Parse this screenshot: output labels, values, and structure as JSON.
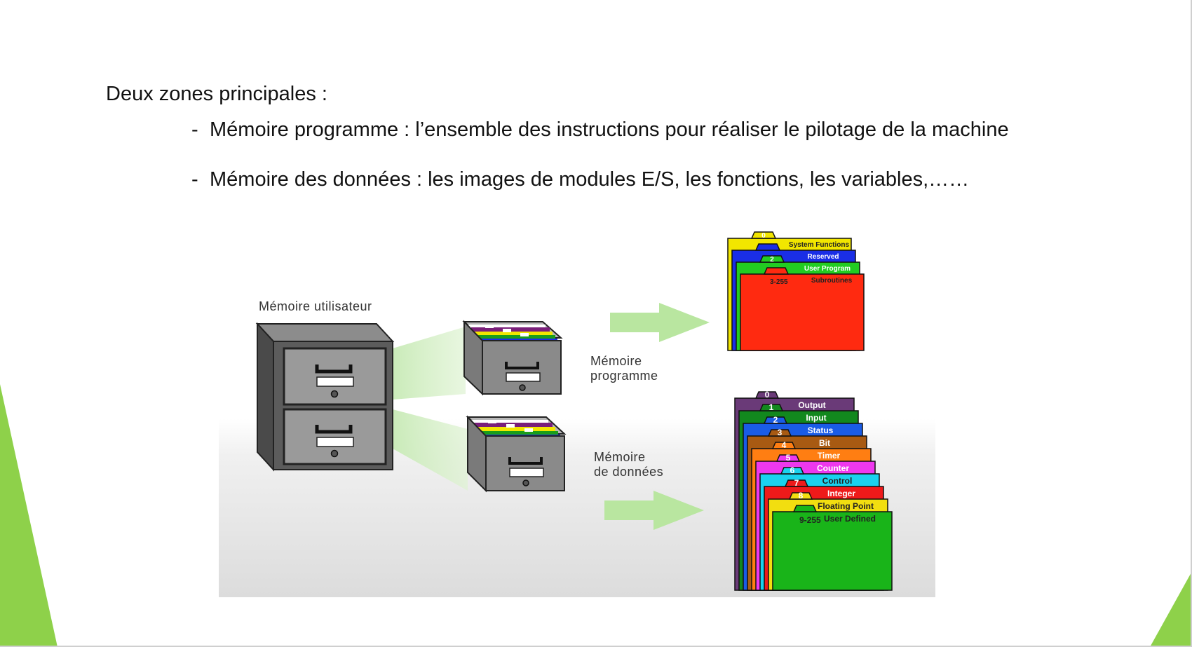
{
  "slide": {
    "heading": "Deux zones principales :",
    "bullets": [
      {
        "dash": "-",
        "text": "Mémoire programme : l’ensemble des instructions pour réaliser le pilotage de la machine"
      },
      {
        "dash": "-",
        "text": "Mémoire des données : les images de modules E/S, les fonctions, les variables,……"
      }
    ]
  },
  "figure": {
    "cabinet_label": "Mémoire utilisateur",
    "program_label_line1": "Mémoire",
    "program_label_line2": "programme",
    "data_label_line1": "Mémoire",
    "data_label_line2": "de données",
    "program_files": [
      {
        "number": "0",
        "label": "System Functions",
        "color": "#f2e600"
      },
      {
        "number": "",
        "label": "Reserved",
        "color": "#1a2ee6"
      },
      {
        "number": "2",
        "label": "User Program",
        "color": "#22cc22"
      },
      {
        "number": "3-255",
        "label": "Subroutines",
        "color": "#ff2a10"
      }
    ],
    "data_files": [
      {
        "number": "0",
        "label": "Output",
        "color": "#6a3a78"
      },
      {
        "number": "1",
        "label": "Input",
        "color": "#12881e"
      },
      {
        "number": "2",
        "label": "Status",
        "color": "#1a5ce6"
      },
      {
        "number": "3",
        "label": "Bit",
        "color": "#a85a12"
      },
      {
        "number": "4",
        "label": "Timer",
        "color": "#ff7e12"
      },
      {
        "number": "5",
        "label": "Counter",
        "color": "#ee38ee"
      },
      {
        "number": "6",
        "label": "Control",
        "color": "#19d2ee"
      },
      {
        "number": "7",
        "label": "Integer",
        "color": "#ee1a1a"
      },
      {
        "number": "8",
        "label": "Floating Point",
        "color": "#f2de10"
      },
      {
        "number": "9-255",
        "label": "User Defined",
        "color": "#19b419"
      }
    ],
    "colors": {
      "accent_green": "#8ed14a",
      "arrow_green": "#b9e6a0",
      "cabinet": "#666666",
      "drawer": "#8a8a8a"
    }
  }
}
